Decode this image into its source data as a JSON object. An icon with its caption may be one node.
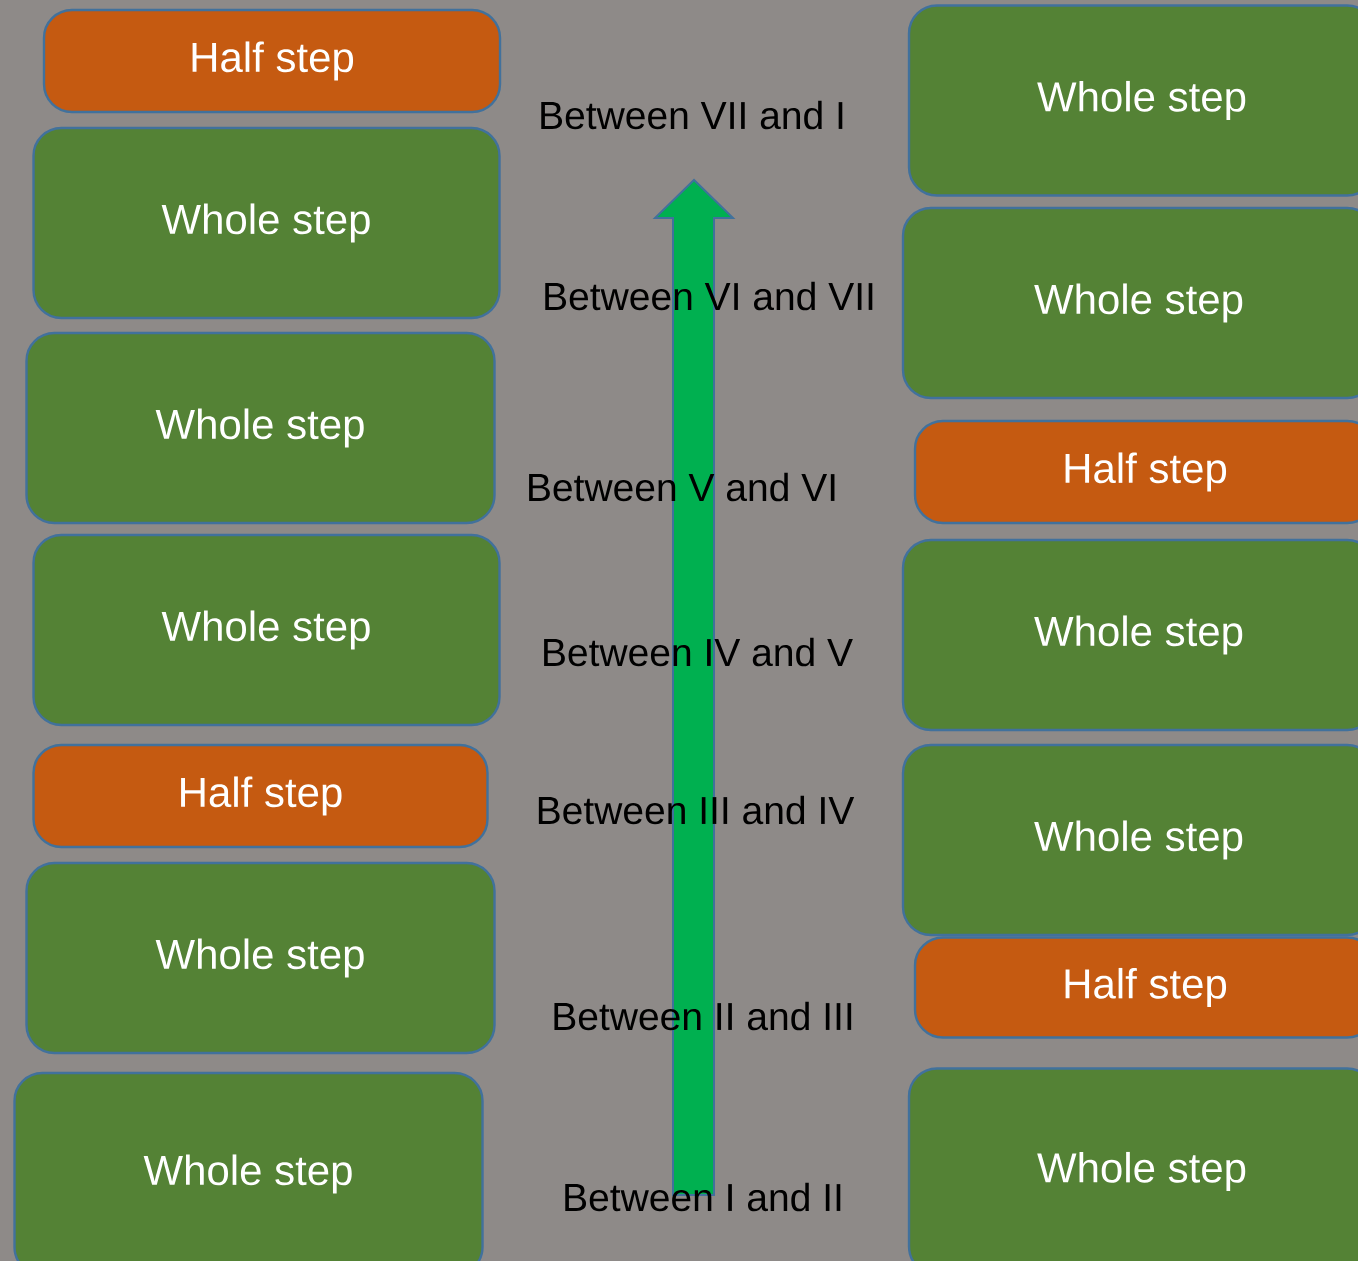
{
  "diagram": {
    "nodes": [
      {
        "text": [
          "Half step"
        ]
      },
      {
        "text": [
          "Whole step"
        ]
      },
      {
        "text": [
          "Whole step"
        ]
      },
      {
        "text": [
          "Whole step"
        ]
      },
      {
        "text": [
          "Half step"
        ]
      },
      {
        "text": [
          "Whole step"
        ]
      },
      {
        "text": [
          "Whole step"
        ]
      },
      {
        "text": [
          "Whole step"
        ]
      },
      {
        "text": [
          "Whole step"
        ]
      },
      {
        "text": [
          "Half step"
        ]
      },
      {
        "text": [
          "Whole step"
        ]
      },
      {
        "text": [
          "Whole step"
        ]
      },
      {
        "text": [
          "Half step"
        ]
      },
      {
        "text": [
          "Whole step"
        ]
      }
    ],
    "labels": [
      "Between VII and I",
      "Between VI and VII",
      "Between V and VI",
      "Between IV and V",
      "Between III and IV",
      "Between II and III",
      "Between I and II"
    ]
  }
}
